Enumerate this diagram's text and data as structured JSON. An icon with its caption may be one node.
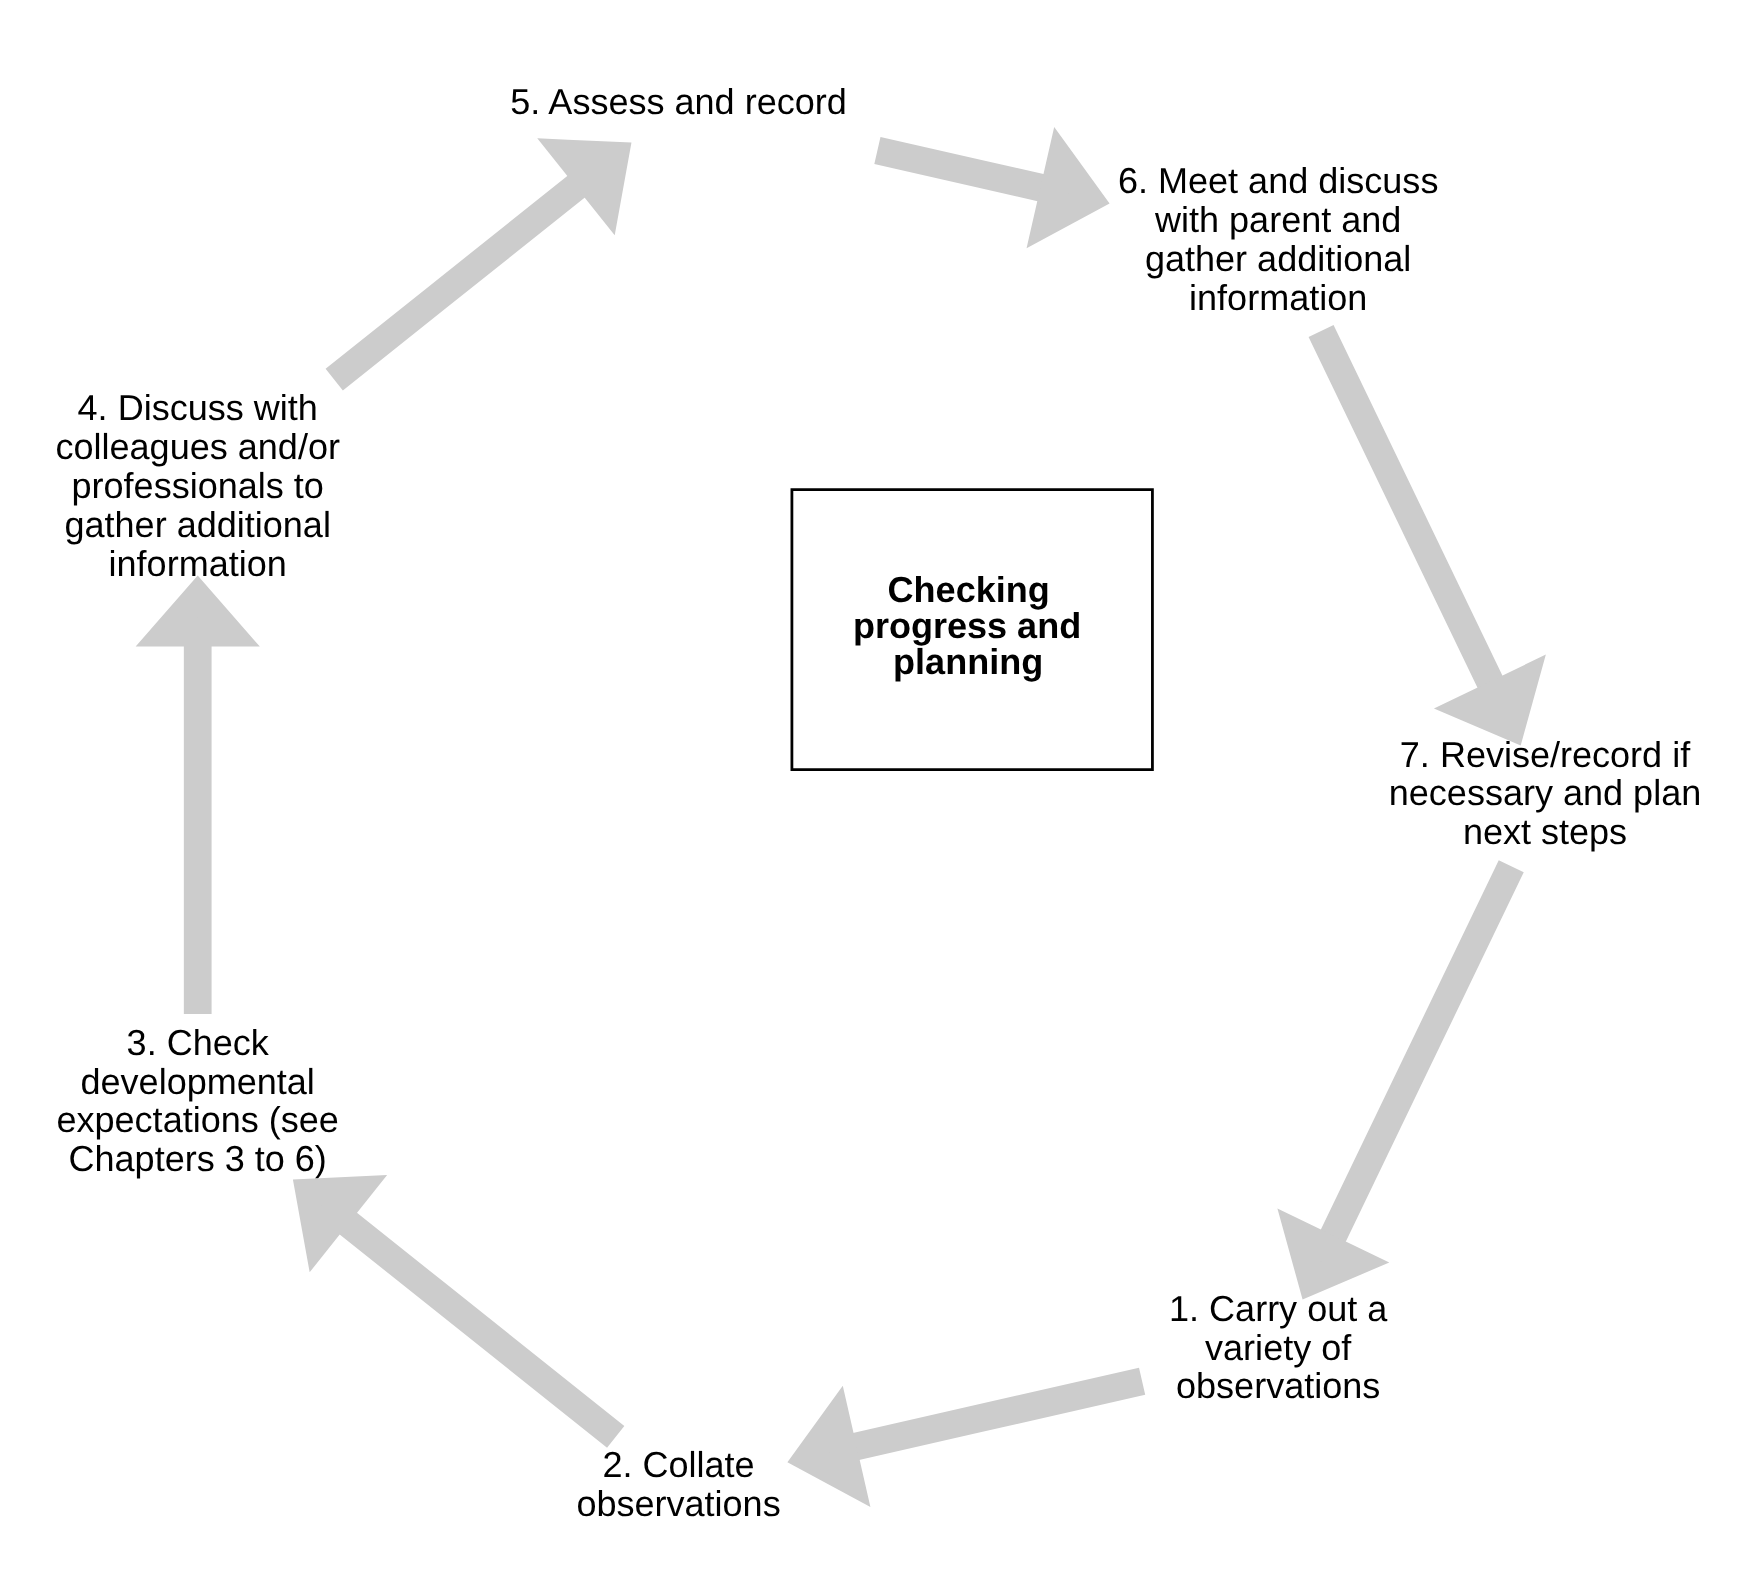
{
  "diagram": {
    "nodes": [
      {
        "text": [
          "Checking progress and planning"
        ]
      },
      {
        "text": [
          "1. Carry out a variety of observations"
        ]
      },
      {
        "text": [
          "2. Collate observations"
        ]
      },
      {
        "text": [
          "3. Check developmental expectations (see Chapters 3 to 6)"
        ]
      },
      {
        "text": [
          "4. Discuss with colleagues and/or professionals to gather additional information"
        ]
      },
      {
        "text": [
          "5. Assess and record"
        ]
      },
      {
        "text": [
          "6. Meet and discuss with parent and gather additional information"
        ]
      },
      {
        "text": [
          "7. Revise/record if necessary and plan next steps"
        ]
      }
    ],
    "edges": [
      {
        "from": 1,
        "to": 2,
        "arrow": "to"
      },
      {
        "from": 2,
        "to": 3,
        "arrow": "to"
      },
      {
        "from": 3,
        "to": 4,
        "arrow": "to"
      },
      {
        "from": 4,
        "to": 5,
        "arrow": "to"
      },
      {
        "from": 5,
        "to": 6,
        "arrow": "to"
      },
      {
        "from": 6,
        "to": 7,
        "arrow": "to"
      },
      {
        "from": 7,
        "to": 1,
        "arrow": "to"
      }
    ]
  }
}
